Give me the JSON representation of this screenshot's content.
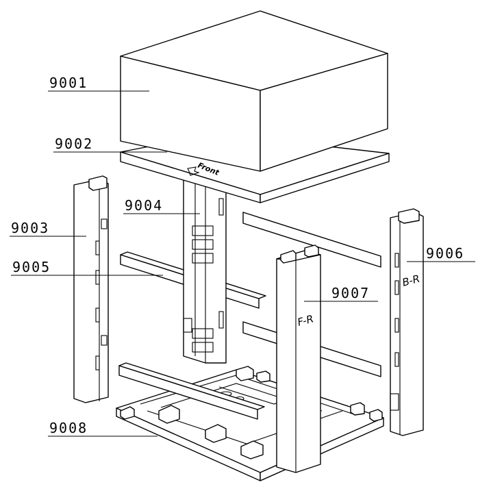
{
  "callouts": {
    "part_9001": "9001",
    "part_9002": "9002",
    "part_9003": "9003",
    "part_9004": "9004",
    "part_9005": "9005",
    "part_9006": "9006",
    "part_9007": "9007",
    "part_9008": "9008"
  },
  "markings": {
    "front": "Front",
    "front_right": "F-R",
    "back_right": "B-R"
  }
}
